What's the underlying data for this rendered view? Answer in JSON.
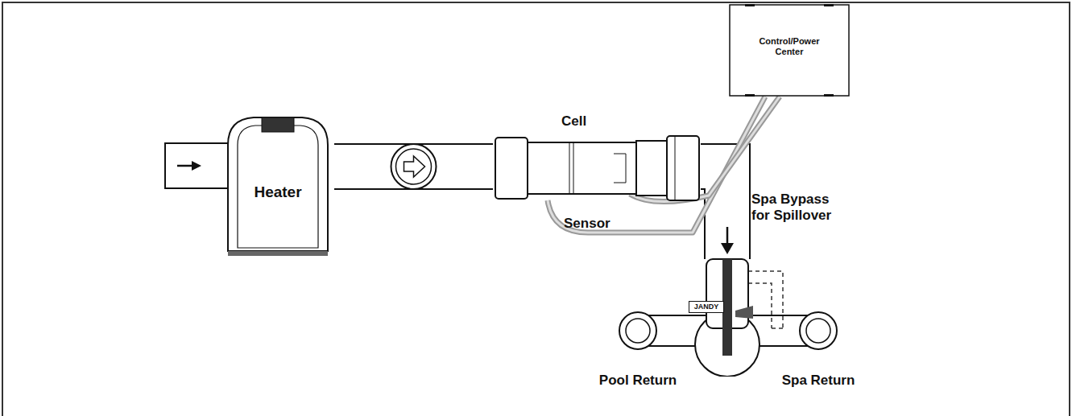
{
  "diagram": {
    "nodes": [
      {
        "text": [
          "Heater"
        ]
      },
      {
        "text": [
          "Cell"
        ]
      },
      {
        "text": [
          "Control/Power Center"
        ]
      },
      {
        "text": [
          "JANDY"
        ]
      }
    ],
    "edges": [
      {
        "from": 0,
        "to": 1,
        "arrow": "none"
      },
      {
        "from": 1,
        "to": 3,
        "arrow": "to"
      },
      {
        "from": 1,
        "to": 2,
        "arrow": "none"
      }
    ],
    "labels": [
      "Sensor",
      "Spa Bypass for Spillover",
      "Pool Return",
      "Spa Return"
    ]
  }
}
